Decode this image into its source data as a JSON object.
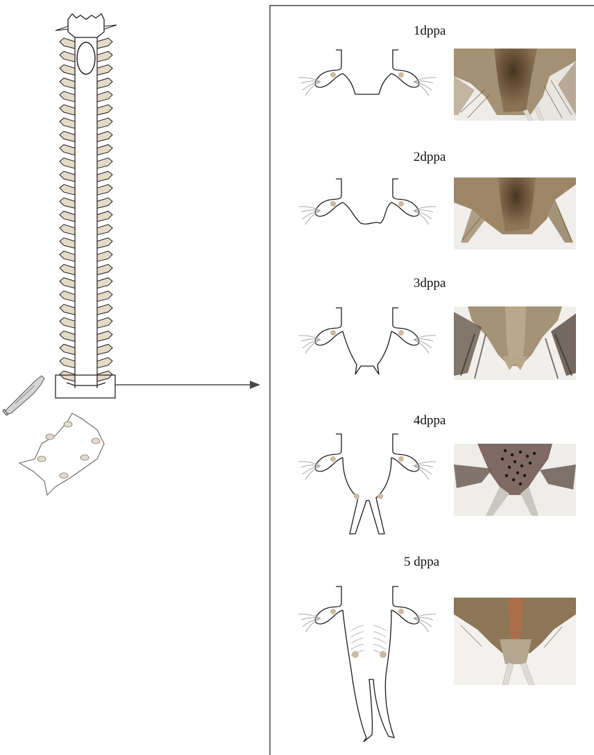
{
  "stages": [
    {
      "label": "1dppa"
    },
    {
      "label": "2dppa"
    },
    {
      "label": "3dppa"
    },
    {
      "label": "4dppa"
    },
    {
      "label": "5 dppa"
    }
  ],
  "colors": {
    "outline": "#1a1a1a",
    "parapodia_fill": "#e4dac8",
    "spot": "#cdbba0",
    "bristle": "#a8a8a8",
    "panel_border": "#444444",
    "arrow": "#4a4a4a",
    "tissue_dark": "#5a4028",
    "tissue_light": "#a6906f"
  },
  "icons": [
    "scalpel-icon",
    "arrow-icon"
  ]
}
